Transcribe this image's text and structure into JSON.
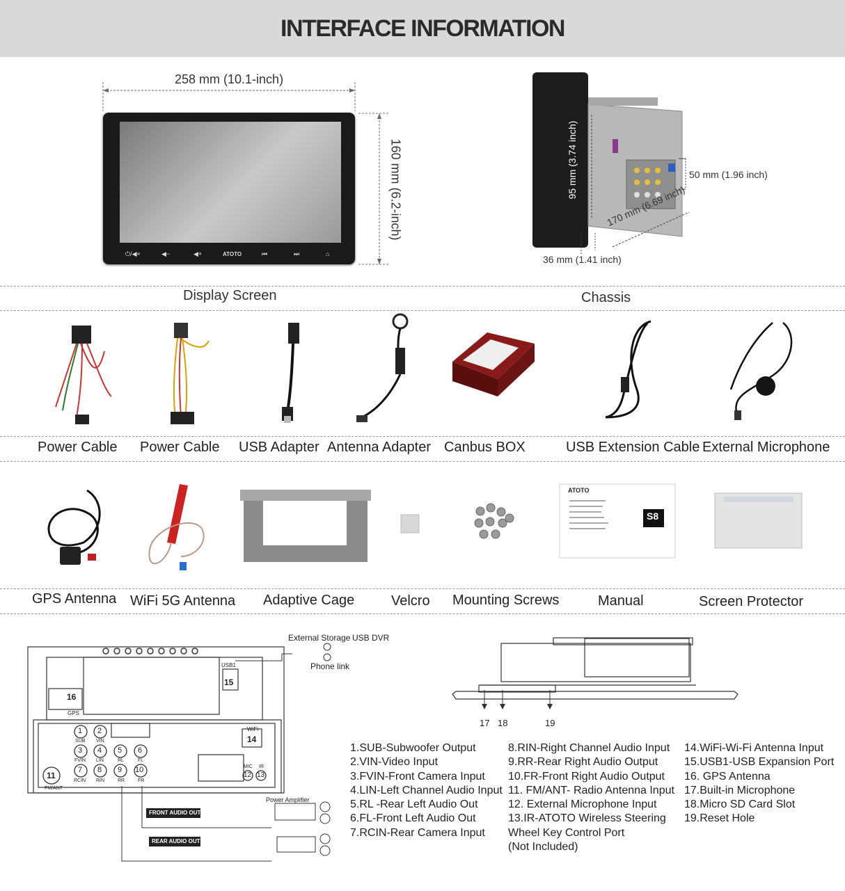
{
  "header": {
    "title": "INTERFACE INFORMATION"
  },
  "display": {
    "width_label": "258 mm (10.1-inch)",
    "height_label": "160 mm (6.2-inch)",
    "brand": "ATOTO",
    "caption": "Display Screen"
  },
  "chassis": {
    "depth95_label": "95 mm (3.74 inch)",
    "w50_label": "50 mm (1.96 inch)",
    "w170_label": "170 mm (6.69 inch)",
    "w36_label": "36 mm (1.41 inch)",
    "caption": "Chassis"
  },
  "accessories_row1": [
    {
      "label": "Power Cable"
    },
    {
      "label": "Power Cable"
    },
    {
      "label": "USB Adapter"
    },
    {
      "label": "Antenna Adapter"
    },
    {
      "label": "Canbus BOX"
    },
    {
      "label": "USB Extension Cable"
    },
    {
      "label": "External Microphone"
    }
  ],
  "accessories_row2": [
    {
      "label": "GPS Antenna"
    },
    {
      "label": "WiFi 5G Antenna"
    },
    {
      "label": "Adaptive Cage"
    },
    {
      "label": "Velcro"
    },
    {
      "label": "Mounting Screws"
    },
    {
      "label": "Manual"
    },
    {
      "label": "Screen Protector"
    }
  ],
  "manual_cover": {
    "brand": "ATOTO",
    "model": "S8"
  },
  "rear_panel": {
    "external_storage": "External Storage",
    "usb_dvr": "USB DVR",
    "phone_link": "Phone link",
    "usb1": "USB1",
    "port15": "15",
    "port16": "16",
    "gps": "GPS",
    "wifi": "WiFi",
    "port14": "14",
    "port11": "11",
    "fm_ant": "FM/ANT",
    "port12": "12",
    "port13": "13",
    "mic": "MIC",
    "ir": "IR",
    "rr": "RR",
    "fr": "FR",
    "front_audio_out": "FRONT AUDIO OUT",
    "rear_audio_out": "REAR AUDIO OUT",
    "power_amplifier": "Power Amplifier",
    "rca_ports": [
      {
        "num": "1",
        "name": "SUB"
      },
      {
        "num": "2",
        "name": "VIN"
      },
      {
        "num": "3",
        "name": "FVIN"
      },
      {
        "num": "4",
        "name": "LIN"
      },
      {
        "num": "5",
        "name": "RL"
      },
      {
        "num": "6",
        "name": "FL"
      },
      {
        "num": "7",
        "name": "RCIN"
      },
      {
        "num": "8",
        "name": "RIN"
      },
      {
        "num": "9",
        "name": ""
      },
      {
        "num": "10",
        "name": ""
      }
    ]
  },
  "side_view": {
    "labels": [
      "17",
      "18",
      "19"
    ]
  },
  "legend": {
    "col1": [
      "1.SUB-Subwoofer Output",
      "2.VIN-Video Input",
      "3.FVIN-Front Camera Input",
      "4.LIN-Left Channel Audio Input",
      "5.RL -Rear Left Audio Out",
      "6.FL-Front Left Audio Out",
      "7.RCIN-Rear Camera Input"
    ],
    "col2": [
      "8.RIN-Right Channel Audio Input",
      "9.RR-Rear Right Audio Output",
      "10.FR-Front Right Audio Output",
      "11. FM/ANT- Radio Antenna Input",
      "12. External Microphone Input",
      "13.IR-ATOTO Wireless Steering",
      "Wheel Key Control Port",
      "(Not Included)"
    ],
    "col3": [
      "14.WiFi-Wi-Fi Antenna Input",
      "15.USB1-USB Expansion Port",
      "16. GPS  Antenna",
      "17.Built-in Microphone",
      "18.Micro SD Card Slot",
      "19.Reset Hole"
    ]
  }
}
